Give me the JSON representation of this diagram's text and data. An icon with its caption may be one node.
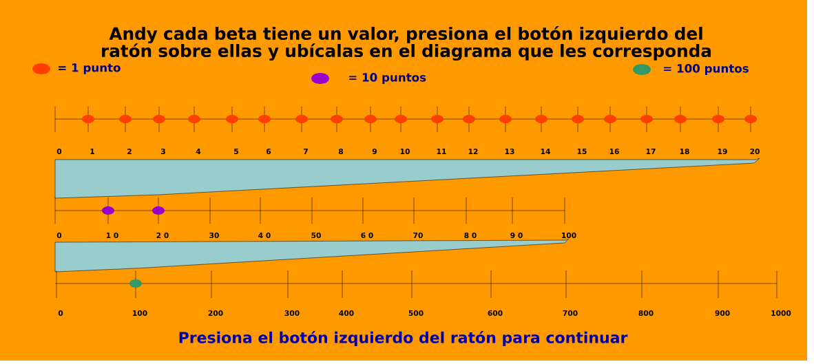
{
  "diagram": {
    "title": "Andy cada beta tiene un valor, presiona el botón izquierdo del ratón sobre ellas y ubícalas en el diagrama que les corresponda",
    "caption": "Presiona el botón izquierdo del ratón para continuar",
    "labels": [
      "0",
      "1",
      "2",
      "3",
      "4",
      "5",
      "6",
      "7",
      "8",
      "9",
      "10",
      "11",
      "12",
      "13",
      "14",
      "15",
      "16",
      "17",
      "18",
      "19",
      "20",
      "0",
      "1 0",
      "2 0",
      "30",
      "4 0",
      "50",
      "6 0",
      "70",
      "8 0",
      "9 0",
      "100",
      "0",
      "100",
      "200",
      "300",
      "400",
      "500",
      "600",
      "700",
      "800",
      "900",
      "1000"
    ],
    "legend": [
      {
        "text": "= 1 punto",
        "color": "#ff3f00"
      },
      {
        "text": "= 10 puntos",
        "color": "#9900cc"
      },
      {
        "text": "= 100 puntos",
        "color": "#339966"
      }
    ]
  }
}
